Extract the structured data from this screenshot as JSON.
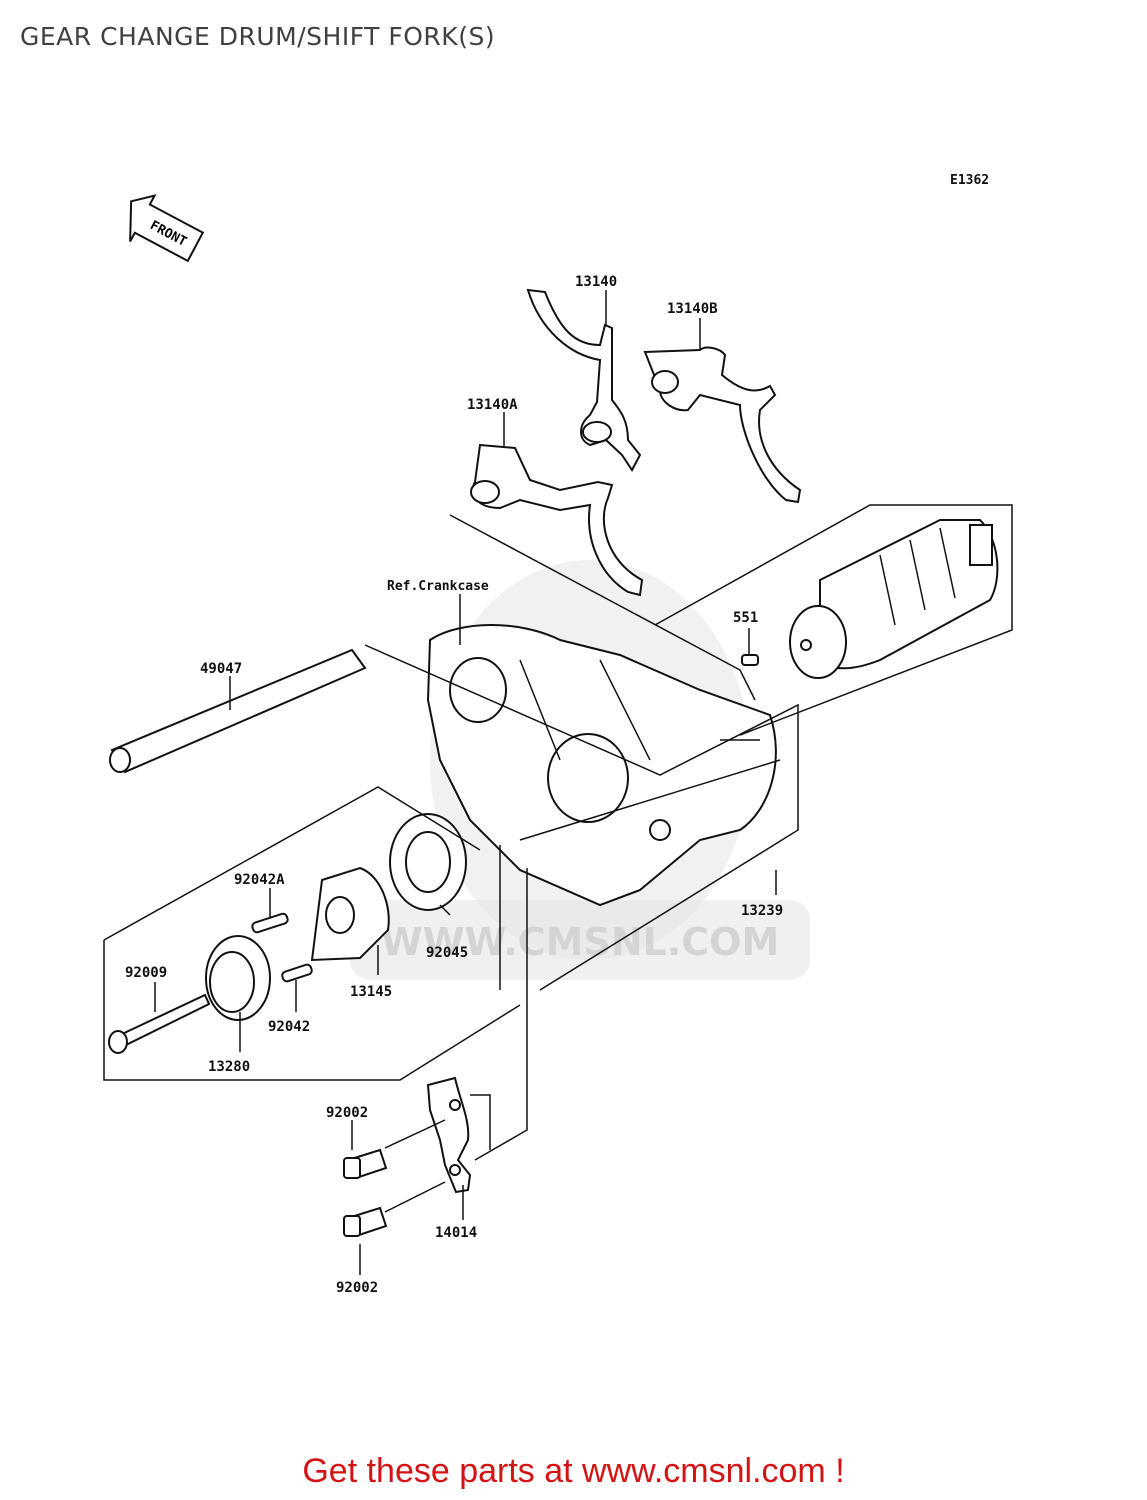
{
  "title": "GEAR CHANGE DRUM/SHIFT FORK(S)",
  "diagram_code": "E1362",
  "front_label": "FRONT",
  "reference_label": "Ref.Crankcase",
  "watermark": "WWW.CMSNL.COM",
  "parts": {
    "p13140": "13140",
    "p13140B": "13140B",
    "p13140A": "13140A",
    "p551": "551",
    "p49047": "49047",
    "p92042A": "92042A",
    "p92045": "92045",
    "p13239": "13239",
    "p92009": "92009",
    "p13145": "13145",
    "p92042": "92042",
    "p13280": "13280",
    "p92002a": "92002",
    "p14014": "14014",
    "p92002b": "92002"
  },
  "footer": "Get these parts at www.cmsnl.com !"
}
